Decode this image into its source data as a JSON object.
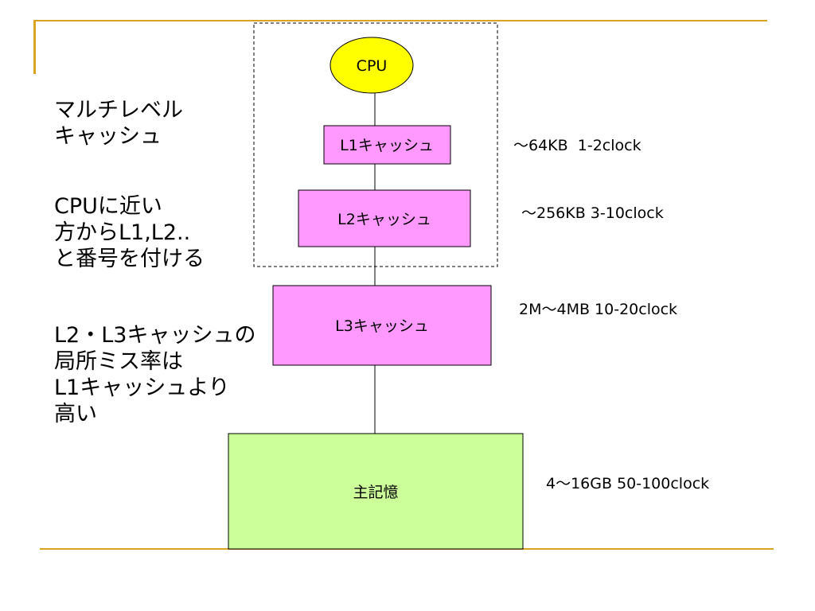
{
  "side_notes": [
    {
      "lines": [
        "マルチレベル",
        "キャッシュ"
      ]
    },
    {
      "lines": [
        "CPUに近い",
        "方からL1,L2..",
        "と番号を付ける"
      ]
    },
    {
      "lines": [
        "L2・L3キャッシュの",
        "局所ミス率は",
        "L1キャッシュより",
        "高い"
      ]
    }
  ],
  "nodes": {
    "cpu": "CPU",
    "l1": "L1キャッシュ",
    "l2": "L2キャッシュ",
    "l3": "L3キャッシュ",
    "memory": "主記憶"
  },
  "specs": {
    "l1": "～64KB  1-2clock",
    "l2": "～256KB 3-10clock",
    "l3": "2M～4MB 10-20clock",
    "memory": "4～16GB 50-100clock"
  },
  "colors": {
    "frame_accent": "#d9a521",
    "cpu_fill": "#ffff00",
    "cache_fill": "#ff99ff",
    "memory_fill": "#ccff99"
  }
}
